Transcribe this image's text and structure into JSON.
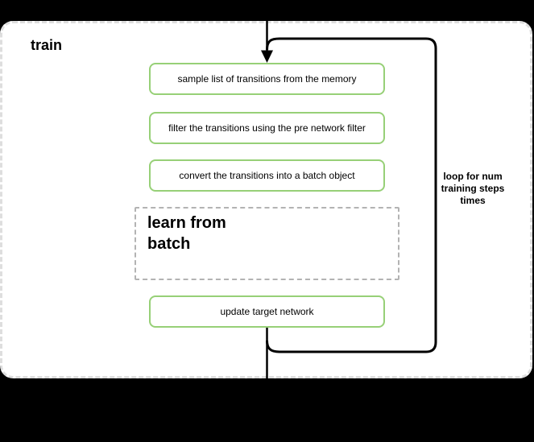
{
  "diagram": {
    "container_label": "train",
    "steps": [
      "sample list of transitions from the memory",
      "filter the transitions using the pre network filter",
      "convert the transitions into a batch object"
    ],
    "group_label_lines": [
      "learn from",
      "batch"
    ],
    "final_step": "update target network",
    "loop_label_lines": [
      "loop for num",
      "training steps",
      "times"
    ],
    "colors": {
      "background": "#000000",
      "surface": "#ffffff",
      "container_border": "#dedede",
      "node_border": "#97d077",
      "group_border": "#b3b3b3",
      "connector": "#000000",
      "text": "#000000"
    }
  }
}
